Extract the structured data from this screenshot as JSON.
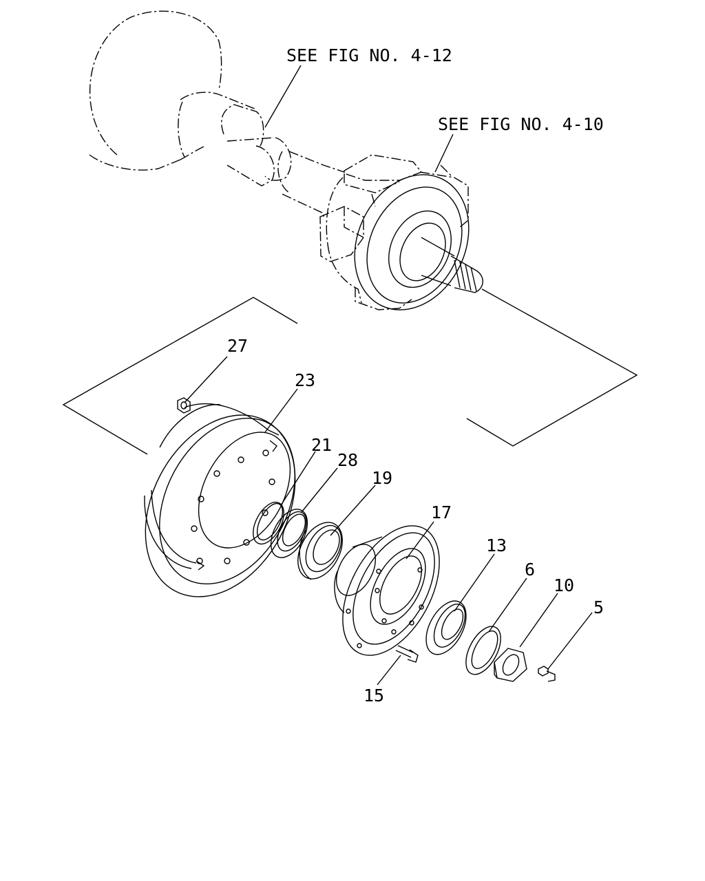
{
  "references": {
    "upper": "SEE FIG NO. 4-12",
    "lower": "SEE FIG NO. 4-10"
  },
  "part_numbers": [
    "27",
    "23",
    "21",
    "28",
    "19",
    "17",
    "13",
    "6",
    "10",
    "5",
    "15"
  ]
}
